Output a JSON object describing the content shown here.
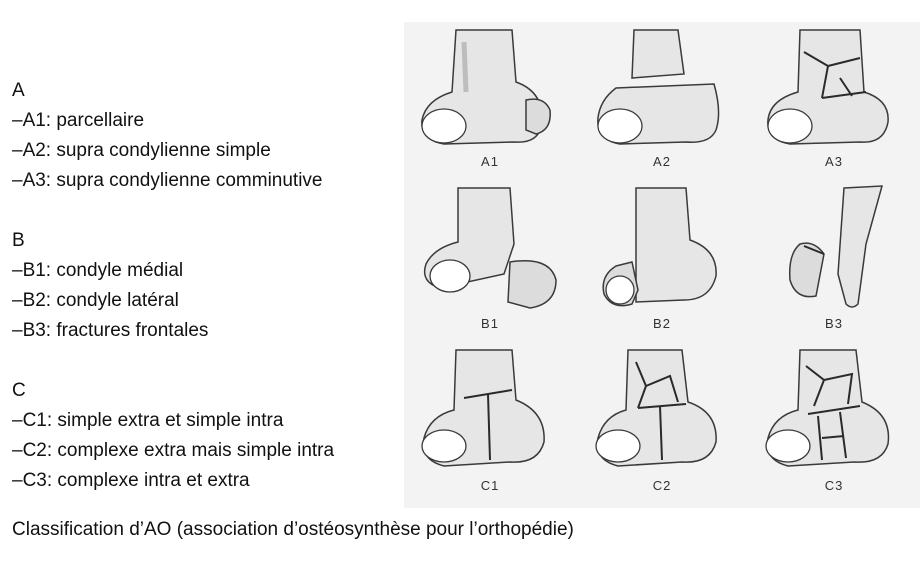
{
  "groups": [
    {
      "title": "A",
      "items": [
        "–A1: parcellaire",
        "–A2: supra condylienne simple",
        "–A3: supra condylienne comminutive"
      ]
    },
    {
      "title": "B",
      "items": [
        "–B1: condyle médial",
        "–B2: condyle latéral",
        "–B3: fractures frontales"
      ]
    },
    {
      "title": "C",
      "items": [
        "–C1: simple extra et simple intra",
        "–C2: complexe extra mais simple intra",
        "–C3: complexe intra et extra"
      ]
    }
  ],
  "figure_labels": [
    "A1",
    "A2",
    "A3",
    "B1",
    "B2",
    "B3",
    "C1",
    "C2",
    "C3"
  ],
  "caption": "Classification d’AO (association d’ostéosynthèse pour l’orthopédie)",
  "colors": {
    "bone_fill": "#e6e6e6",
    "bone_shadow": "#bdbdbd",
    "outline": "#3a3a3a",
    "panel_bg": "#f3f3f3"
  }
}
